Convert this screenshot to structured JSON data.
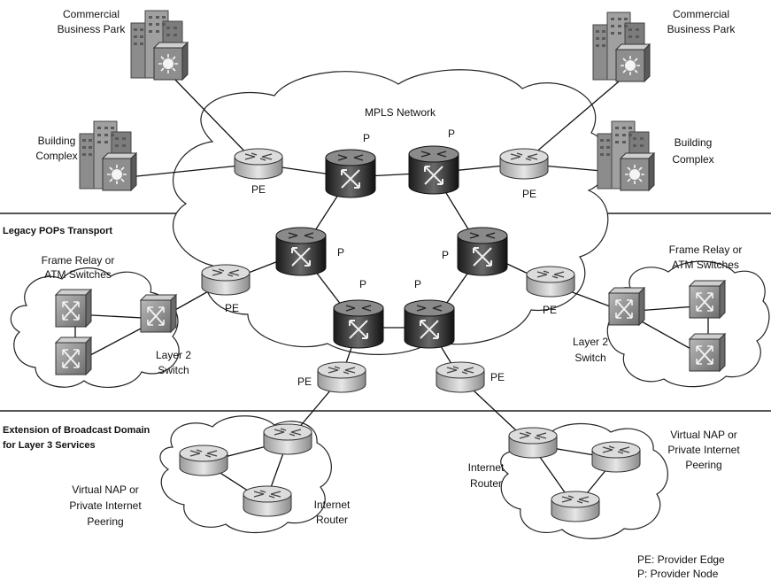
{
  "sections": {
    "legacy": "Legacy POPs Transport",
    "extension_line1": "Extension of Broadcast Domain",
    "extension_line2": "for Layer 3 Services"
  },
  "mpls_label": "MPLS Network",
  "sites": {
    "cbp_left": [
      "Commercial",
      "Business Park"
    ],
    "cbp_right": [
      "Commercial",
      "Business Park"
    ],
    "bc_left": [
      "Building",
      "Complex"
    ],
    "bc_right": [
      "Building",
      "Complex"
    ]
  },
  "node_labels": {
    "pe": "PE",
    "p": "P"
  },
  "switch_groups": {
    "left_title": [
      "Frame Relay or",
      "ATM Switches"
    ],
    "right_title": [
      "Frame Relay or",
      "ATM Switches"
    ],
    "left_l2": [
      "Layer 2",
      "Switch"
    ],
    "right_l2": [
      "Layer 2",
      "Switch"
    ]
  },
  "nap": {
    "left": [
      "Virtual NAP or",
      "Private Internet",
      "Peering"
    ],
    "right": [
      "Virtual NAP or",
      "Private Internet",
      "Peering"
    ],
    "left_router": [
      "Internet",
      "Router"
    ],
    "right_router": [
      "Internet",
      "Router"
    ]
  },
  "legend": {
    "pe": "PE: Provider Edge",
    "p": "P: Provider Node"
  },
  "colors": {
    "router_body": "#c8c8c8",
    "p_node_body": "#303030",
    "switch_body": "#9a9a9a",
    "building": "#8c8c8c"
  }
}
